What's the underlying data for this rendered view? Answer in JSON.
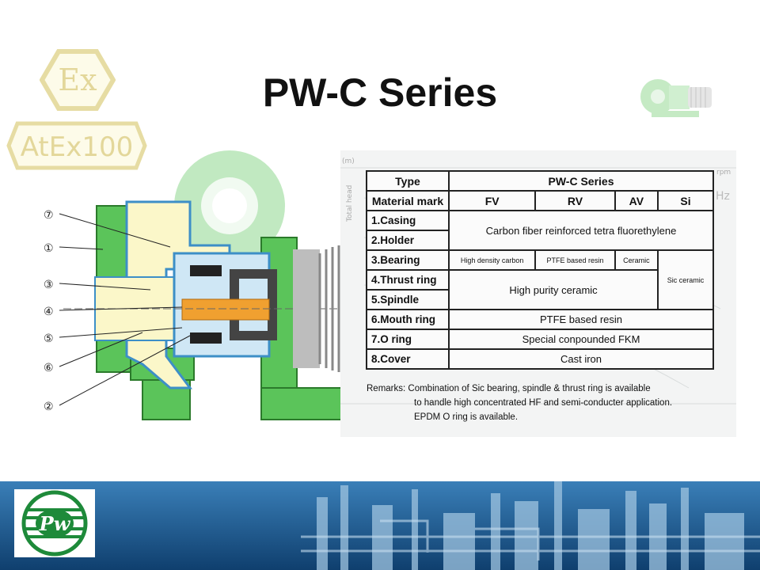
{
  "title": "PW-C Series",
  "badges": {
    "ex": "Ex",
    "atex": "AtEx100"
  },
  "logo": {
    "text": "Pw"
  },
  "diagram": {
    "callouts": [
      "⑦",
      "①",
      "③",
      "④",
      "⑤",
      "⑥",
      "②"
    ]
  },
  "sheet": {
    "axis_label_left": "Total head",
    "axis_unit_top": "(m)",
    "axis_right": "rpm",
    "axis_hz": "Hz"
  },
  "spec_table": {
    "header": {
      "label": "Type",
      "value": "PW-C Series"
    },
    "material_mark": {
      "label": "Material mark",
      "values": [
        "FV",
        "RV",
        "AV",
        "Si"
      ]
    },
    "rows": [
      {
        "label": "1.Casing"
      },
      {
        "label": "2.Holder"
      },
      {
        "label": "3.Bearing"
      },
      {
        "label": "4.Thrust ring"
      },
      {
        "label": "5.Spindle"
      },
      {
        "label": "6.Mouth ring"
      },
      {
        "label": "7.O ring"
      },
      {
        "label": "8.Cover"
      }
    ],
    "casing_holder": "Carbon fiber reinforced tetra fluorethylene",
    "bearing": [
      "High density carbon",
      "PTFE based resin",
      "Ceramic"
    ],
    "sic_ceramic": "Sic ceramic",
    "thrust_spindle": "High purity ceramic",
    "mouth_ring": "PTFE based resin",
    "o_ring": "Special conpounded FKM",
    "cover": "Cast iron"
  },
  "remarks": {
    "label": "Remarks:",
    "line1": "Combination of Sic bearing, spindle & thrust ring is available",
    "line2": "to handle high concentrated HF and semi-conducter application.",
    "line3": "EPDM O ring is available."
  },
  "colors": {
    "banner": "#1b5b90",
    "pump_green": "#5bc45a",
    "casing_yellow": "#fbf7c9",
    "liner_blue": "#3d8fc7",
    "logo_green": "#1e8a3a"
  }
}
